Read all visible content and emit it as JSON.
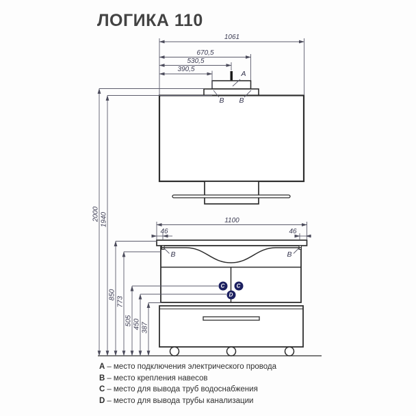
{
  "title": "ЛОГИКА 110",
  "dimensions": {
    "top": {
      "mirror_total_width": "1061",
      "lamp_right_edge": "670,5",
      "wire_position": "530,5",
      "lamp_left_edge": "390,5"
    },
    "left": {
      "total_height": "2000",
      "mirror_top_height": "1940",
      "countertop_height": "850",
      "hanger_height": "773",
      "water_outlet_height": "505",
      "drain_outlet_height": "450",
      "drawer_top_height": "387"
    },
    "cabinet": {
      "width": "1100",
      "hanger_offset_left": "46",
      "hanger_offset_right": "46"
    }
  },
  "markers": {
    "electric": "A",
    "hanger": "B",
    "water": "C",
    "drain": "D"
  },
  "legend": [
    {
      "letter": "A",
      "text": "– место подключения электрического провода"
    },
    {
      "letter": "B",
      "text": "– место крепления навесов"
    },
    {
      "letter": "C",
      "text": "– место для вывода труб водоснабжения"
    },
    {
      "letter": "D",
      "text": "– место для вывода трубы канализации"
    }
  ],
  "colors": {
    "outline": "#2d2d2d",
    "dimension": "#5b5b6b",
    "marker_circle": "#1c2060",
    "background": "#ffffff"
  }
}
